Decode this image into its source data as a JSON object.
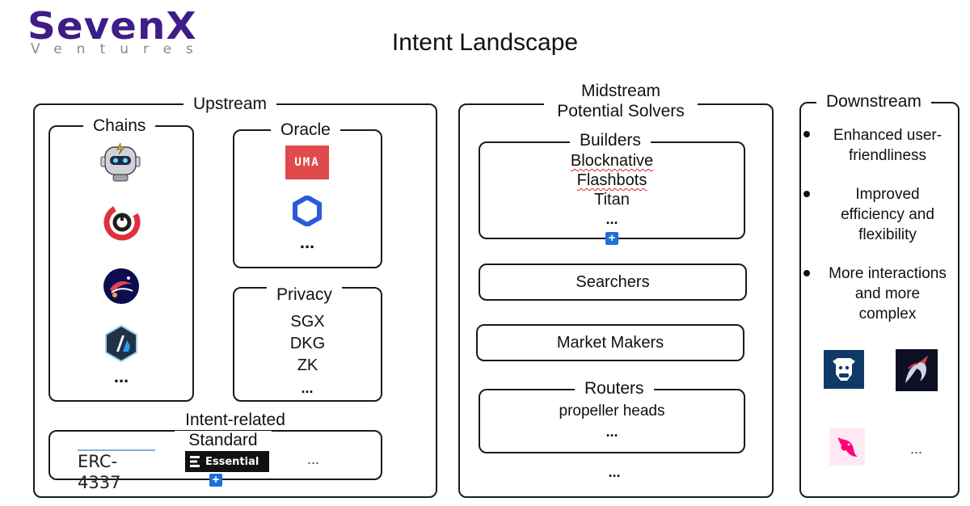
{
  "logo": {
    "brand_top": "SevenX",
    "brand_bottom": "Ventures"
  },
  "title": "Intent Landscape",
  "upstream": {
    "label": "Upstream",
    "chains": {
      "label": "Chains",
      "more": "..."
    },
    "oracle": {
      "label": "Oracle",
      "uma_text": "UMA",
      "more": "..."
    },
    "privacy": {
      "label": "Privacy",
      "items": [
        "SGX",
        "DKG",
        "ZK"
      ],
      "more": "..."
    },
    "standard": {
      "label_line1": "Intent-related",
      "label_line2": "Standard",
      "erc": "ERC-4337",
      "essential": "Essential",
      "more": "..."
    }
  },
  "midstream": {
    "label_line1": "Midstream",
    "label_line2": "Potential Solvers",
    "builders": {
      "label": "Builders",
      "items": [
        "Blocknative",
        "Flashbots",
        "Titan"
      ],
      "more": "..."
    },
    "searchers": "Searchers",
    "market_makers": "Market Makers",
    "routers": {
      "label": "Routers",
      "items": [
        "propeller heads"
      ],
      "more": "..."
    },
    "more": "..."
  },
  "downstream": {
    "label": "Downstream",
    "bullets": [
      {
        "line1": "Enhanced user-",
        "line2": "friendliness"
      },
      {
        "line1": "Improved",
        "line2": "efficiency and",
        "line3": "flexibility"
      },
      {
        "line1": "More interactions",
        "line2": "and more",
        "line3": "complex"
      }
    ],
    "more": "..."
  },
  "colors": {
    "logo_purple": "#3f1d87",
    "uma_red": "#e04a4a",
    "chainlink_blue": "#2a5ada",
    "plus_blue": "#1e6fd9"
  },
  "icons": [
    "robot-chain-icon",
    "red-circle-chain-icon",
    "starknet-icon",
    "arbitrum-icon",
    "uma-logo-icon",
    "chainlink-icon",
    "cow-swap-icon",
    "1inch-unicorn-icon",
    "uniswap-icon",
    "plus-icon"
  ]
}
